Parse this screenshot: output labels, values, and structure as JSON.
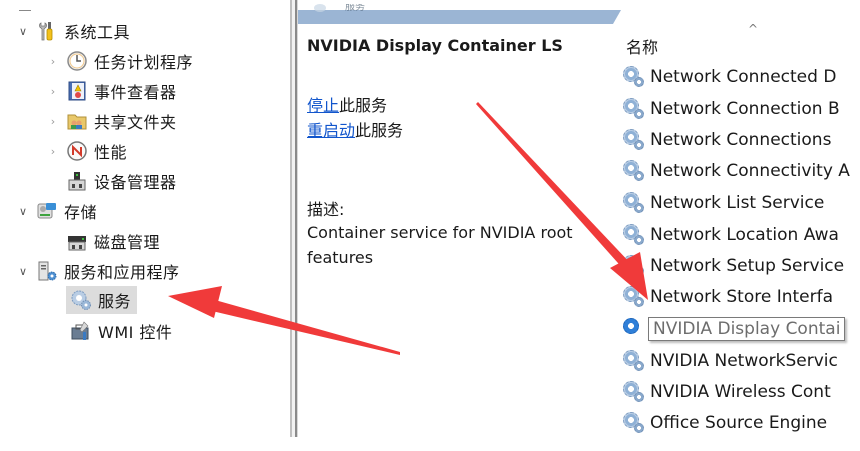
{
  "tree": {
    "items": [
      {
        "label": "系统工具",
        "icon": "tools-icon",
        "expander": "expanded",
        "level": 0
      },
      {
        "label": "任务计划程序",
        "icon": "clock-icon",
        "expander": "collapsed",
        "level": 1
      },
      {
        "label": "事件查看器",
        "icon": "event-viewer-icon",
        "expander": "collapsed",
        "level": 1
      },
      {
        "label": "共享文件夹",
        "icon": "shared-folder-icon",
        "expander": "collapsed",
        "level": 1
      },
      {
        "label": "性能",
        "icon": "performance-icon",
        "expander": "collapsed",
        "level": 1
      },
      {
        "label": "设备管理器",
        "icon": "device-manager-icon",
        "expander": "none",
        "level": 1
      },
      {
        "label": "存储",
        "icon": "storage-icon",
        "expander": "expanded",
        "level": 0
      },
      {
        "label": "磁盘管理",
        "icon": "disk-management-icon",
        "expander": "none",
        "level": 1
      },
      {
        "label": "服务和应用程序",
        "icon": "services-apps-icon",
        "expander": "expanded",
        "level": 0
      },
      {
        "label": "服务",
        "icon": "services-gear-icon",
        "expander": "none",
        "level": 1,
        "selected": true
      },
      {
        "label": "WMI 控件",
        "icon": "wmi-control-icon",
        "expander": "none",
        "level": 1
      }
    ]
  },
  "tab": {
    "label": "服务"
  },
  "details": {
    "service_name": "NVIDIA Display Container LS",
    "actions": [
      {
        "link": "停止",
        "suffix": "此服务"
      },
      {
        "link": "重启动",
        "suffix": "此服务"
      }
    ],
    "description_label": "描述:",
    "description": "Container service for NVIDIA root features"
  },
  "list": {
    "column_header": "名称",
    "sort_indicator": "^",
    "rows": [
      {
        "name": "Network Connected D",
        "selected": false
      },
      {
        "name": "Network Connection B",
        "selected": false
      },
      {
        "name": "Network Connections",
        "selected": false
      },
      {
        "name": "Network Connectivity A",
        "selected": false
      },
      {
        "name": "Network List Service",
        "selected": false
      },
      {
        "name": "Network Location Awa",
        "selected": false
      },
      {
        "name": "Network Setup Service",
        "selected": false
      },
      {
        "name": "Network Store Interfa",
        "selected": false
      },
      {
        "name": "NVIDIA Display Contai",
        "selected": true
      },
      {
        "name": "NVIDIA NetworkServic",
        "selected": false
      },
      {
        "name": "NVIDIA Wireless Cont",
        "selected": false
      },
      {
        "name": "Office  Source Engine",
        "selected": false
      }
    ]
  },
  "colors": {
    "annotation_arrow": "#f03a3a",
    "link": "#1155cc",
    "tab_band": "#9bb5d4",
    "selection": "#dcdcdc"
  }
}
